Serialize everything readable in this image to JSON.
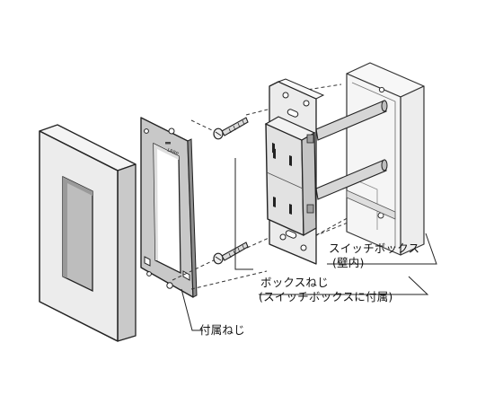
{
  "labels": {
    "switch_box": "スイッチボックス",
    "switch_box_note": "(壁内)",
    "box_screw": "ボックスねじ",
    "box_screw_note": "(スイッチボックスに付属)",
    "attached_screw": "付属ねじ"
  },
  "plate_marking": "LRBP",
  "colors": {
    "line": "#222222",
    "paper": "#ffffff",
    "frame": "#c8c8c8",
    "cover": "#e9e9e9",
    "box": "#f4f4f4",
    "outlet": "#e6e6e6",
    "pipe": "#d8d8d8"
  }
}
